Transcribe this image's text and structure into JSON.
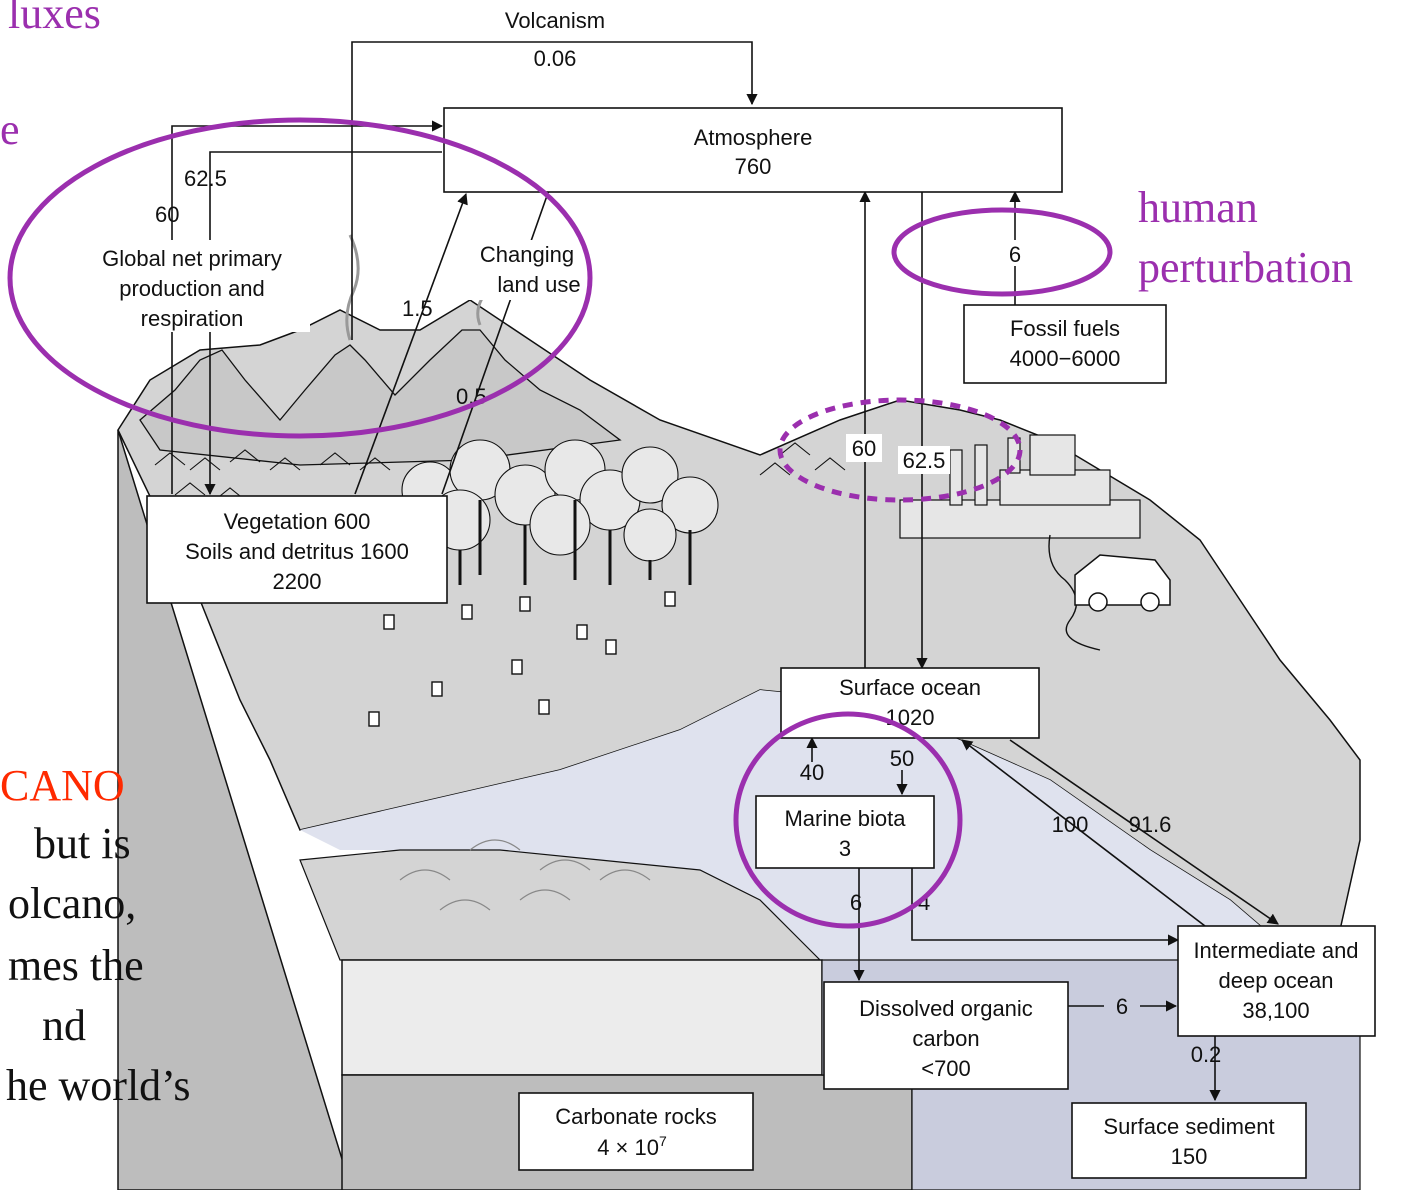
{
  "slide_text": {
    "top_left_1": "luxes",
    "top_left_2": "e",
    "volcano_word": "CANO",
    "body_lines": [
      "but is",
      "olcano,",
      "mes the",
      "nd",
      "he world’s"
    ]
  },
  "annotations": {
    "human_1": "human",
    "human_2": "perturbation"
  },
  "colors": {
    "annotation": "#9b2fae",
    "volcano_word": "#ff2a00",
    "land": "#d4d4d4",
    "ocean": "#dfe2ee",
    "deep_ocean": "#c9ccdd"
  },
  "reservoirs": {
    "atmosphere": [
      "Atmosphere",
      "760"
    ],
    "vegetation": [
      "Vegetation 600",
      "Soils and detritus 1600",
      "2200"
    ],
    "fossil": [
      "Fossil fuels",
      "4000−6000"
    ],
    "surface_ocean": [
      "Surface ocean",
      "1020"
    ],
    "marine_biota": [
      "Marine biota",
      "3"
    ],
    "doc": [
      "Dissolved organic",
      "carbon",
      "<700"
    ],
    "deep_ocean": [
      "Intermediate and",
      "deep ocean",
      "38,100"
    ],
    "sediment": [
      "Surface sediment",
      "150"
    ],
    "carbonate": {
      "line1": "Carbonate rocks",
      "base": "4 × 10",
      "exp": "7"
    }
  },
  "flux_labels": {
    "volcanism": "Volcanism",
    "volcanism_value": "0.06",
    "npp_text": [
      "Global net primary",
      "production and",
      "respiration"
    ],
    "npp_up": "60",
    "npp_down": "62.5",
    "land_use_text": [
      "Changing",
      "land use"
    ],
    "land_use_up": "1.5",
    "land_use_down": "0.5",
    "fossil_flux": "6",
    "ocean_up": "60",
    "ocean_down": "62.5",
    "biota_up": "40",
    "biota_down": "50",
    "biota_to_doc": "6",
    "biota_to_deep": "4",
    "deep_up": "100",
    "deep_down": "91.6",
    "doc_to_deep": "6",
    "to_sediment": "0.2"
  }
}
